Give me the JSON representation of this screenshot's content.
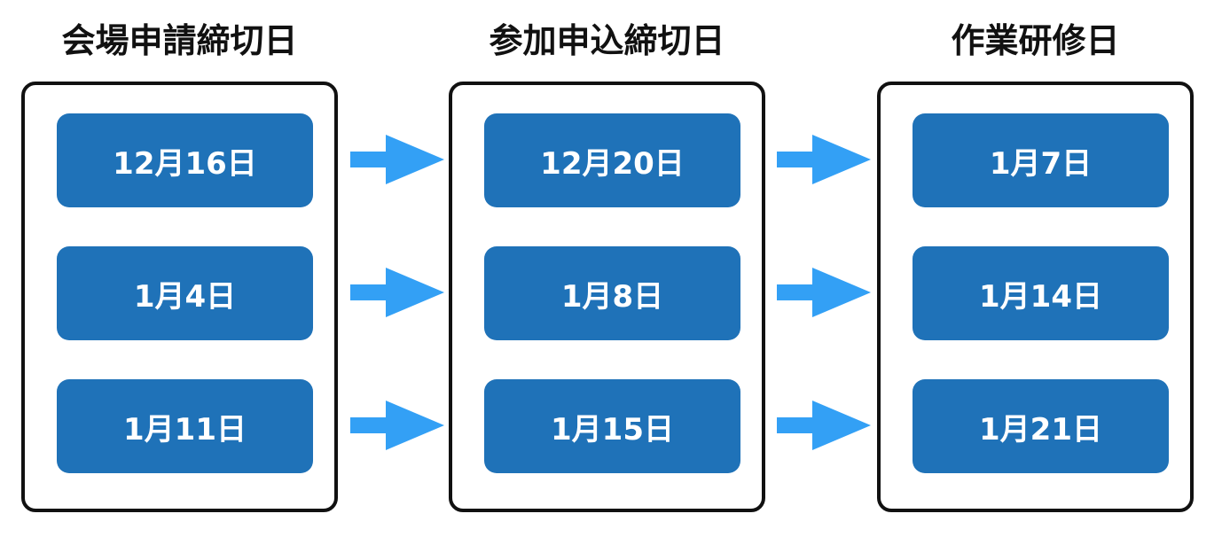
{
  "columns": [
    {
      "title": "会場申請締切日",
      "dates": [
        "12月16日",
        "1月4日",
        "1月11日"
      ]
    },
    {
      "title": "参加申込締切日",
      "dates": [
        "12月20日",
        "1月8日",
        "1月15日"
      ]
    },
    {
      "title": "作業研修日",
      "dates": [
        "1月7日",
        "1月14日",
        "1月21日"
      ]
    }
  ],
  "colors": {
    "pill_fill": "#1f72b8",
    "pill_text": "#ffffff",
    "arrow": "#33a0f5",
    "panel_border": "#111111"
  }
}
